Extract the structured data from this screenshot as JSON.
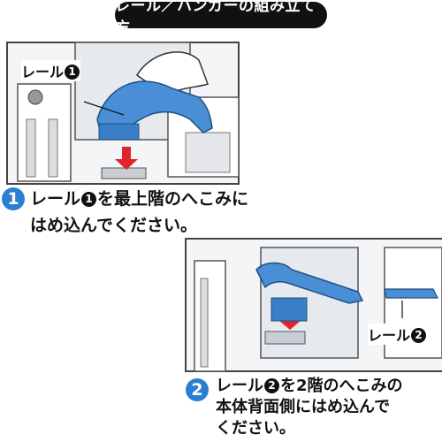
{
  "title": "レール／ハンガーの組み立て方",
  "step1": {
    "number": "1",
    "line1_a": "レール",
    "rail_mark": "1",
    "line1_b": "を最上階のへこみに",
    "line2": "はめ込んでください。"
  },
  "step2": {
    "number": "2",
    "line1_a": "レール",
    "rail_mark": "2",
    "line1_b": "を2階のへこみの",
    "line2": "本体背面側にはめ込んで",
    "line3": "ください。"
  },
  "illustration1": {
    "label_text": "レール",
    "label_mark": "1"
  },
  "illustration2": {
    "label_text": "レール",
    "label_mark": "2"
  },
  "colors": {
    "rail_blue": "#4a8fd6",
    "arrow_red": "#e0242b",
    "step_blue": "#2b7fd0",
    "frame_gray": "#bfc5cc"
  }
}
